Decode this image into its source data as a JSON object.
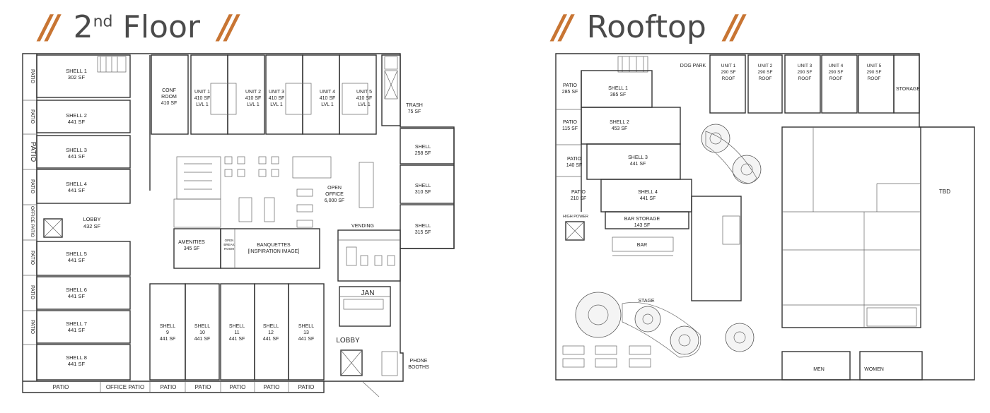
{
  "headings": {
    "floor2": {
      "title_main": "2",
      "title_sup": "nd",
      "title_rest": " Floor"
    },
    "rooftop": {
      "title": "Rooftop"
    }
  },
  "floor2": {
    "patios_left": [
      "PATIO",
      "PATIO",
      "PATIO",
      "PATIO",
      "OFFICE PATIO",
      "PATIO",
      "PATIO",
      "PATIO"
    ],
    "shells_left": [
      {
        "name": "SHELL 1",
        "sf": "302 SF"
      },
      {
        "name": "SHELL 2",
        "sf": "441 SF"
      },
      {
        "name": "SHELL 3",
        "sf": "441 SF"
      },
      {
        "name": "SHELL 4",
        "sf": "441 SF"
      },
      {
        "name": "SHELL 5",
        "sf": "441 SF"
      },
      {
        "name": "SHELL 6",
        "sf": "441 SF"
      },
      {
        "name": "SHELL 7",
        "sf": "441 SF"
      },
      {
        "name": "SHELL 8",
        "sf": "441 SF"
      }
    ],
    "lobby": {
      "name": "LOBBY",
      "sf": "432 SF"
    },
    "conf_room": {
      "name1": "CONF",
      "name2": "ROOM",
      "sf": "410 SF"
    },
    "units": [
      {
        "name": "UNIT 1",
        "sf": "410 SF",
        "lvl": "LVL 1"
      },
      {
        "name": "UNIT 2",
        "sf": "410 SF",
        "lvl": "LVL 1"
      },
      {
        "name": "UNIT 3",
        "sf": "410 SF",
        "lvl": "LVL 1"
      },
      {
        "name": "UNIT 4",
        "sf": "410 SF",
        "lvl": "LVL 1"
      },
      {
        "name": "UNIT 5",
        "sf": "410 SF",
        "lvl": "LVL 1"
      }
    ],
    "trash": {
      "name": "TRASH",
      "sf": "75 SF"
    },
    "shells_right": [
      {
        "name": "SHELL",
        "sf": "258 SF"
      },
      {
        "name": "SHELL",
        "sf": "310 SF"
      },
      {
        "name": "SHELL",
        "sf": "315 SF"
      }
    ],
    "open_office": {
      "name1": "OPEN",
      "name2": "OFFICE",
      "sf": "6,000 SF"
    },
    "vending": "VENDING",
    "amenities": {
      "name": "AMENITIES",
      "sf": "345 SF"
    },
    "break_room": [
      "OPEN",
      "BREAK",
      "ROOM"
    ],
    "banquettes": {
      "line1": "BANQUETTES",
      "line2": "[INSPIRATION IMAGE]"
    },
    "jan": "JAN",
    "lobby_right": "LOBBY",
    "phone_booths": [
      "PHONE",
      "BOOTHS"
    ],
    "shells_bottom": [
      {
        "name1": "SHELL",
        "name2": "9",
        "sf": "441 SF"
      },
      {
        "name1": "SHELL",
        "name2": "10",
        "sf": "441 SF"
      },
      {
        "name1": "SHELL",
        "name2": "11",
        "sf": "441 SF"
      },
      {
        "name1": "SHELL",
        "name2": "12",
        "sf": "441 SF"
      },
      {
        "name1": "SHELL",
        "name2": "13",
        "sf": "441 SF"
      }
    ],
    "patios_bottom": [
      "PATIO",
      "OFFICE PATIO",
      "PATIO",
      "PATIO",
      "PATIO",
      "PATIO",
      "PATIO"
    ]
  },
  "rooftop": {
    "dog_park": "DOG PARK",
    "units": [
      {
        "name": "UNIT 1",
        "sf": "290 SF",
        "roof": "ROOF"
      },
      {
        "name": "UNIT 2",
        "sf": "290 SF",
        "roof": "ROOF"
      },
      {
        "name": "UNIT 3",
        "sf": "290 SF",
        "roof": "ROOF"
      },
      {
        "name": "UNIT 4",
        "sf": "290 SF",
        "roof": "ROOF"
      },
      {
        "name": "UNIT 5",
        "sf": "290 SF",
        "roof": "ROOF"
      }
    ],
    "storage": "STORAGE",
    "patios": [
      {
        "name": "PATIO",
        "sf": "285 SF"
      },
      {
        "name": "PATIO",
        "sf": "115 SF"
      },
      {
        "name": "PATIO",
        "sf": "140 SF"
      },
      {
        "name": "PATIO",
        "sf": "210 SF"
      }
    ],
    "shells": [
      {
        "name": "SHELL 1",
        "sf": "385 SF"
      },
      {
        "name": "SHELL 2",
        "sf": "453 SF"
      },
      {
        "name": "SHELL 3",
        "sf": "441 SF"
      },
      {
        "name": "SHELL 4",
        "sf": "441 SF"
      }
    ],
    "tbd": "TBD",
    "high_power": "HIGH POWER",
    "bar_storage": {
      "name": "BAR STORAGE",
      "sf": "143 SF"
    },
    "bar": "BAR",
    "stage": "STAGE",
    "men": "MEN",
    "women": "WOMEN"
  }
}
